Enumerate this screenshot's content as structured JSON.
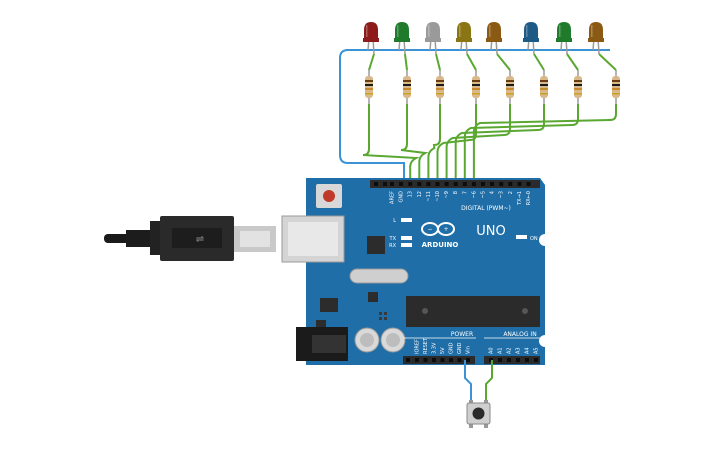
{
  "board": {
    "model": "UNO",
    "brand": "ARDUINO",
    "digital_header_label": "DIGITAL (PWM~)",
    "power_header_label": "POWER",
    "analog_header_label": "ANALOG IN",
    "on_label": "ON",
    "led_labels": [
      "L",
      "TX",
      "RX"
    ],
    "digital_pins": [
      "AREF",
      "GND",
      "13",
      "12",
      "~11",
      "~10",
      "~9",
      "8",
      "7",
      "~6",
      "~5",
      "4",
      "~3",
      "2",
      "TX→1",
      "RX←0"
    ],
    "power_pins": [
      "IOREF",
      "RESET",
      "3.3V",
      "5V",
      "GND",
      "GND",
      "Vin"
    ],
    "analog_pins": [
      "A0",
      "A1",
      "A2",
      "A3",
      "A4",
      "A5"
    ]
  },
  "components": {
    "leds": [
      {
        "color": "red",
        "hex": "#8e1b1b"
      },
      {
        "color": "green",
        "hex": "#1f7a2b"
      },
      {
        "color": "white",
        "hex": "#9a9a9a"
      },
      {
        "color": "yellow",
        "hex": "#8a7514"
      },
      {
        "color": "orange",
        "hex": "#8a5a14"
      },
      {
        "color": "blue",
        "hex": "#1e5a86"
      },
      {
        "color": "green",
        "hex": "#1f7a2b"
      },
      {
        "color": "orange",
        "hex": "#8a5a14"
      }
    ],
    "resistor_count": 8,
    "pushbutton": "pushbutton",
    "usb_cable": "usb-cable"
  },
  "wires": {
    "signal_color": "#5aa832",
    "ground_color": "#3a93d6",
    "button_signal_pin": "A0",
    "button_power_pin": "Vin"
  },
  "colors": {
    "board": "#1f6ea8",
    "board_dark": "#145a8c",
    "header": "#2b2b2b"
  }
}
